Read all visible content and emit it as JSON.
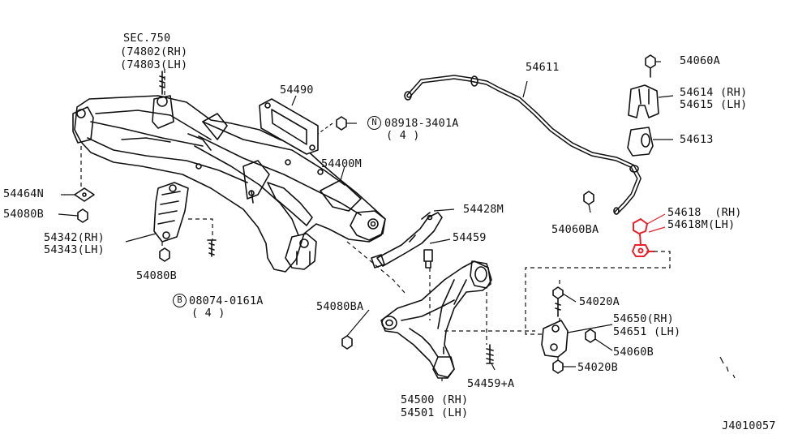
{
  "diagram": {
    "drawing_id": "J4010057",
    "highlight_color": "#e8202a",
    "line_color": "#111111",
    "labels": {
      "sec750": "SEC.750",
      "sec750_rh": "(74802(RH)",
      "sec750_lh": "(74803(LH)",
      "p54490": "54490",
      "p08918": "08918-3401A",
      "p08918_qty": "( 4 )",
      "p08918_prefix": "N",
      "p54400m": "54400M",
      "p54464n": "54464N",
      "p54080b_left": "54080B",
      "p54342": "54342(RH)",
      "p54343": "54343(LH)",
      "p54080b_mid": "54080B",
      "p08074": "08074-0161A",
      "p08074_qty": "( 4 )",
      "p08074_prefix": "B",
      "p54428m": "54428M",
      "p54459": "54459",
      "p54080ba": "54080BA",
      "p54500": "54500 (RH)",
      "p54501": "54501 (LH)",
      "p54459a": "54459+A",
      "p54611": "54611",
      "p54060a": "54060A",
      "p54614": "54614 (RH)",
      "p54615": "54615 (LH)",
      "p54613": "54613",
      "p54060ba": "54060BA",
      "p54618": "54618  (RH)",
      "p54618m": "54618M(LH)",
      "p54020a": "54020A",
      "p54650": "54650(RH)",
      "p54651": "54651 (LH)",
      "p54060b": "54060B",
      "p54020b": "54020B"
    }
  }
}
